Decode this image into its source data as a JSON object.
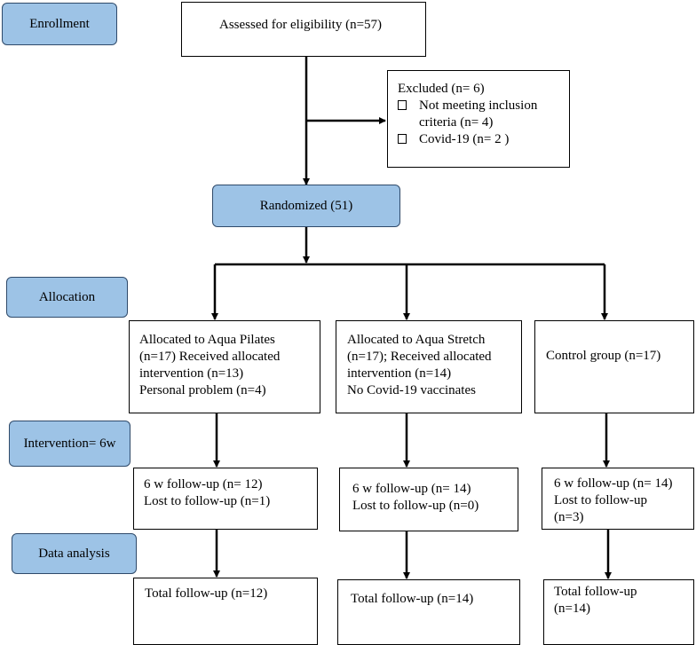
{
  "stages": {
    "enrollment": "Enrollment",
    "allocation": "Allocation",
    "intervention": "Intervention= 6w",
    "data_analysis": "Data analysis"
  },
  "assessed": "Assessed for eligibility (n=57)",
  "excluded": {
    "title": "Excluded (n= 6)",
    "items": [
      {
        "line1": "Not meeting inclusion",
        "line2": "criteria (n= 4)"
      },
      {
        "line1": "Covid-19 (n= 2 )"
      }
    ]
  },
  "randomized": "Randomized (51)",
  "groups": {
    "aqua_pilates": {
      "allocation": [
        "Allocated to Aqua Pilates",
        "(n=17) Received allocated",
        "intervention (n=13)",
        "Personal problem (n=4)"
      ],
      "followup": [
        "6 w follow-up (n= 12)",
        "Lost to follow-up (n=1)"
      ],
      "total": [
        "Total follow-up (n=12)"
      ]
    },
    "aqua_stretch": {
      "allocation": [
        "Allocated to Aqua Stretch",
        "(n=17); Received allocated",
        "intervention (n=14)",
        "No Covid-19 vaccinates"
      ],
      "followup": [
        "6 w follow-up (n= 14)",
        "Lost to follow-up (n=0)"
      ],
      "total": [
        "Total follow-up (n=14)"
      ]
    },
    "control": {
      "allocation": [
        "Control group (n=17)"
      ],
      "followup": [
        "6 w follow-up (n= 14)",
        "Lost to follow-up",
        "(n=3)"
      ],
      "total": [
        "Total follow-up",
        "(n=14)"
      ]
    }
  }
}
